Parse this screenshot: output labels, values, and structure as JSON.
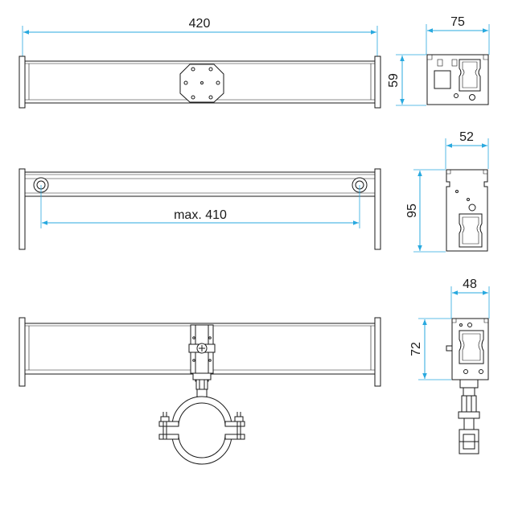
{
  "dimensions": {
    "top_length": "420",
    "top_side_width": "75",
    "top_side_height": "59",
    "middle_span": "max. 410",
    "middle_side_width": "52",
    "middle_side_height": "95",
    "bottom_side_width": "48",
    "bottom_side_height": "72"
  },
  "colors": {
    "dimension_line": "#29a9df",
    "outline": "#1a1a1a"
  }
}
